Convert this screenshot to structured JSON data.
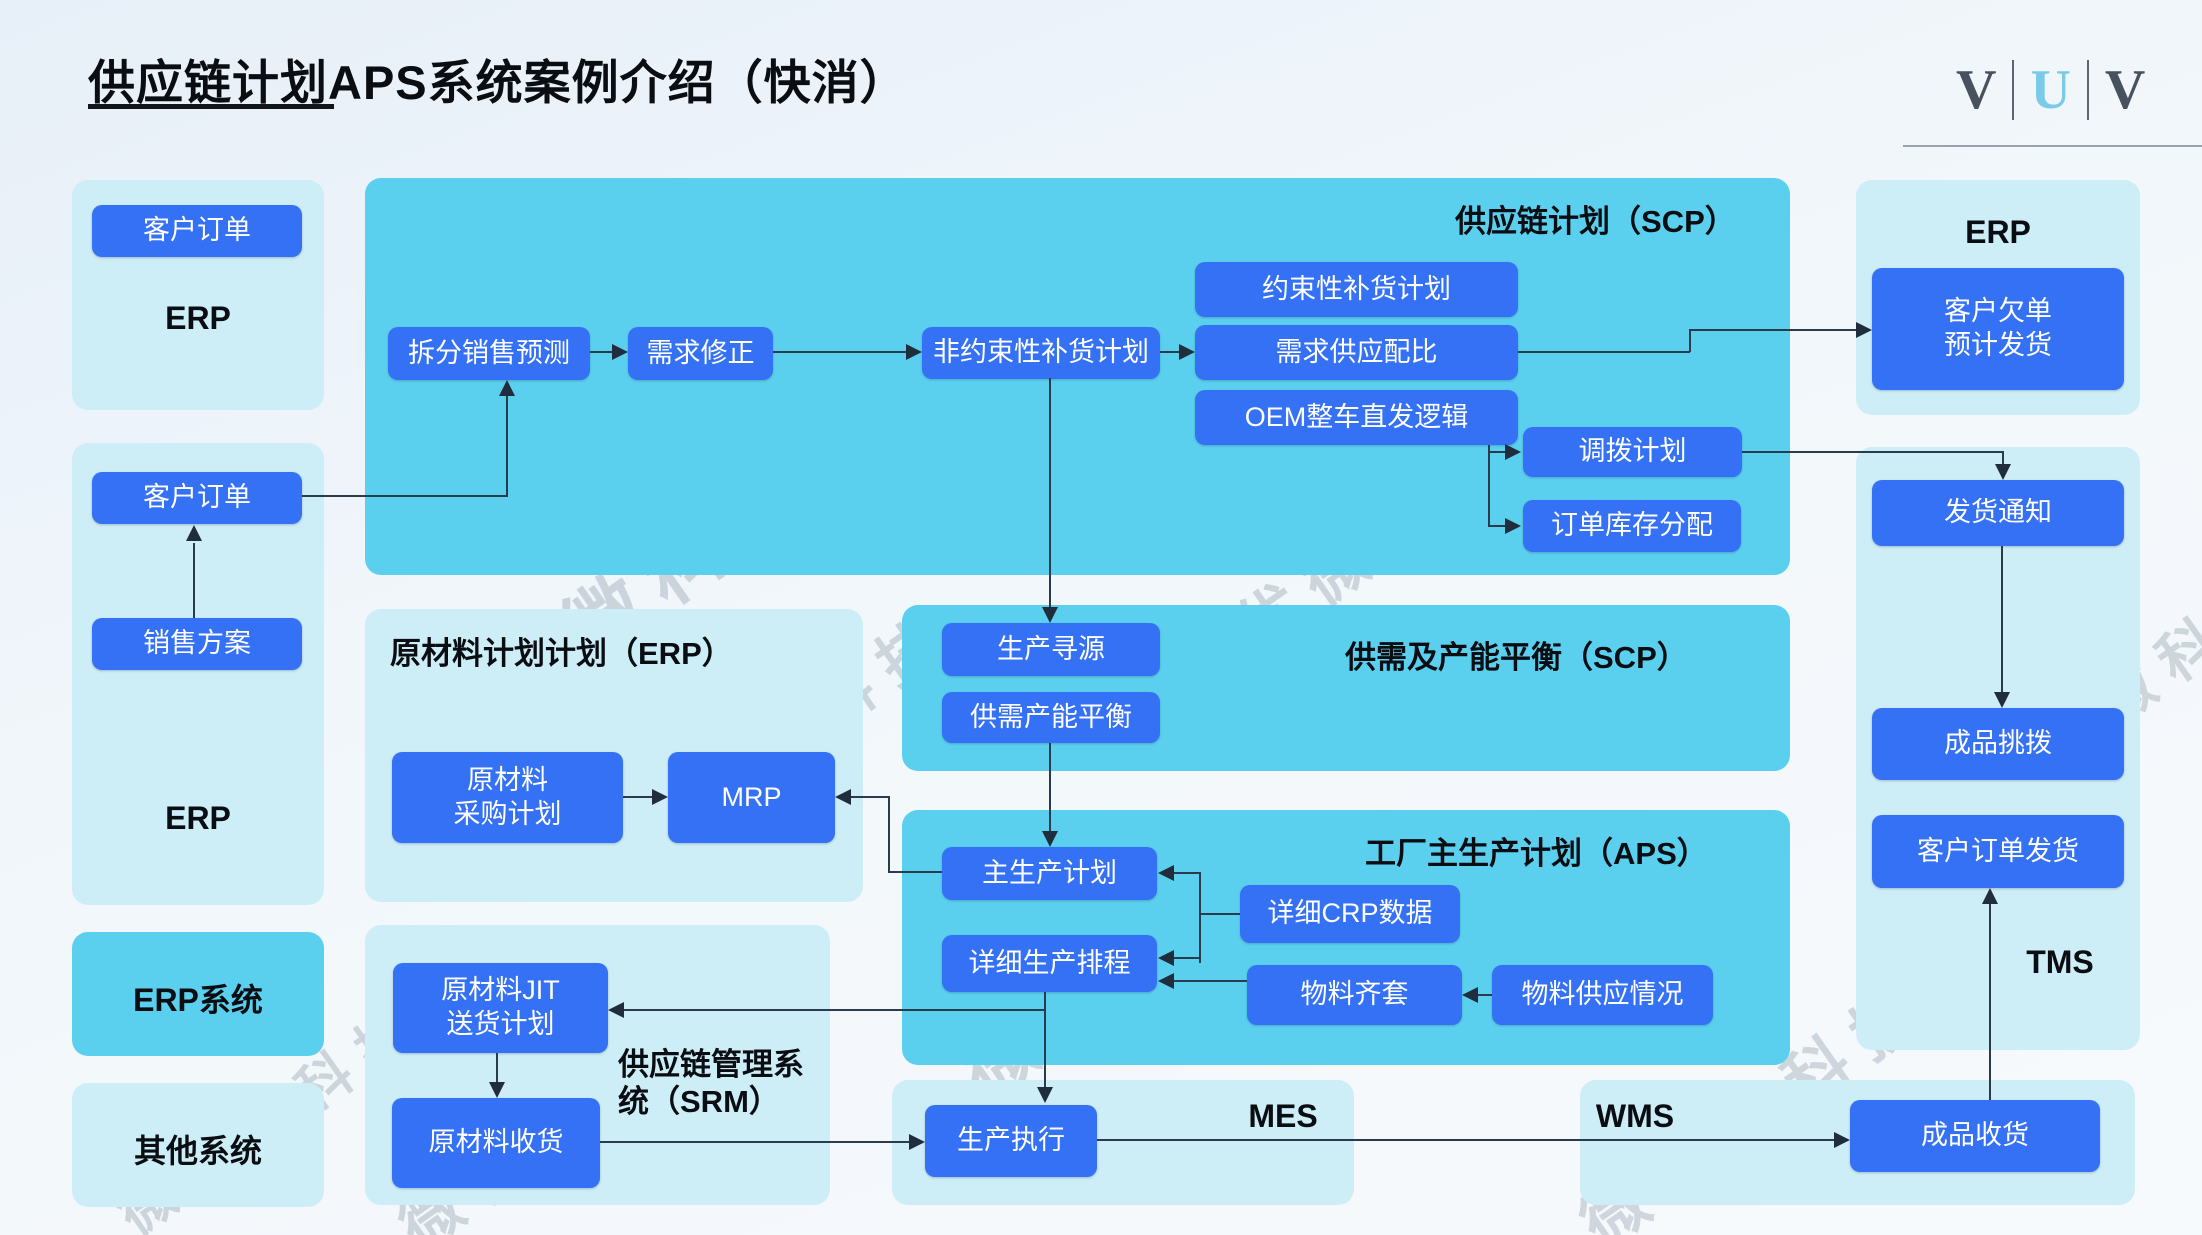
{
  "header": {
    "title": "供应链计划APS系统案例介绍（快消）"
  },
  "logo": {
    "v1": "V",
    "u": "U",
    "v2": "V"
  },
  "watermark": "微优微科技",
  "colors": {
    "accent_blue": "#3571f4",
    "cyan_block": "#5bd0ee",
    "light_panel": "#cdedf7"
  },
  "left": {
    "panel_top": {
      "button": "客户订单",
      "label": "ERP"
    },
    "panel_mid": {
      "button_order": "客户订单",
      "button_sales": "销售方案",
      "label": "ERP"
    },
    "panel_erp_system": {
      "label": "ERP系统"
    },
    "panel_other": {
      "label": "其他系统"
    }
  },
  "scp": {
    "title": "供应链计划（SCP）",
    "split_forecast": "拆分销售预测",
    "demand_fix": "需求修正",
    "unconstrained_plan": "非约束性补货计划",
    "constrained_plan": "约束性补货计划",
    "demand_supply_ratio": "需求供应配比",
    "oem_direct": "OEM整车直发逻辑",
    "transfer_plan": "调拨计划",
    "order_alloc": "订单库存分配"
  },
  "material_erp": {
    "title": "原材料计划计划（ERP）",
    "purchase_l1": "原材料",
    "purchase_l2": "采购计划",
    "mrp": "MRP"
  },
  "balance": {
    "title": "供需及产能平衡（SCP）",
    "sourcing": "生产寻源",
    "balance_node": "供需产能平衡"
  },
  "aps": {
    "title": "工厂主生产计划（APS）",
    "msp": "主生产计划",
    "schedule": "详细生产排程",
    "crp": "详细CRP数据",
    "kitting": "物料齐套",
    "supply": "物料供应情况"
  },
  "srm": {
    "title_l1": "供应链管理系",
    "title_l2": "统（SRM）",
    "jit_l1": "原材料JIT",
    "jit_l2": "送货计划",
    "receive": "原材料收货"
  },
  "mes": {
    "label": "MES",
    "exec": "生产执行"
  },
  "wms": {
    "label": "WMS",
    "receive": "成品收货"
  },
  "erp_right": {
    "label": "ERP",
    "backlog_l1": "客户欠单",
    "backlog_l2": "预计发货"
  },
  "tms": {
    "label": "TMS",
    "ship_notice": "发货通知",
    "finished_transfer": "成品挑拨",
    "customer_ship": "客户订单发货"
  }
}
